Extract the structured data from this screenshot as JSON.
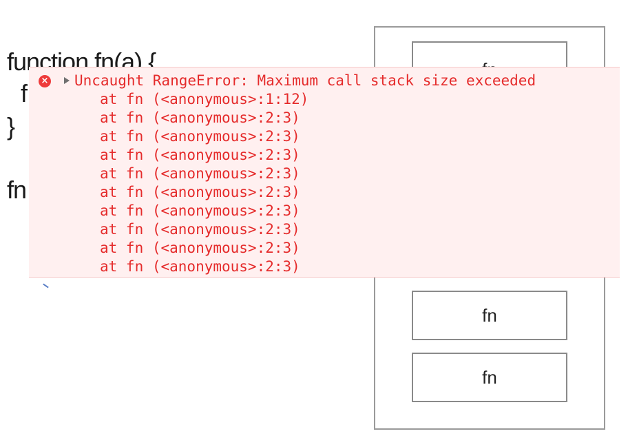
{
  "slide": {
    "code_lines": [
      "function fn(a) {",
      "f",
      "}",
      "fn"
    ]
  },
  "call_stack": {
    "items": [
      "fn",
      "fn",
      "fn"
    ]
  },
  "console": {
    "error_message": "Uncaught RangeError: Maximum call stack size exceeded",
    "trace": [
      "at fn (<anonymous>:1:12)",
      "at fn (<anonymous>:2:3)",
      "at fn (<anonymous>:2:3)",
      "at fn (<anonymous>:2:3)",
      "at fn (<anonymous>:2:3)",
      "at fn (<anonymous>:2:3)",
      "at fn (<anonymous>:2:3)",
      "at fn (<anonymous>:2:3)",
      "at fn (<anonymous>:2:3)",
      "at fn (<anonymous>:2:3)"
    ],
    "icon": "error-circle-icon"
  },
  "colors": {
    "error_text": "#e52b2b",
    "error_background": "#fff0f0"
  }
}
